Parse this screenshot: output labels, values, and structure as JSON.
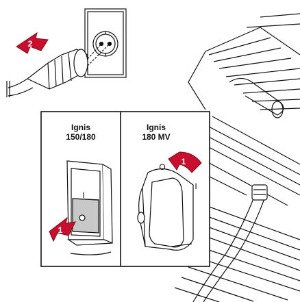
{
  "panels": [
    {
      "model_line1": "Ignis",
      "model_line2": "150/180",
      "step_badge": "1",
      "switch_on_mark": "I"
    },
    {
      "model_line1": "Ignis",
      "model_line2": "180 MV",
      "step_badge": "1",
      "dial_off_mark": "O",
      "dial_on_mark": "I"
    }
  ],
  "plug_step_badge": "2",
  "colors": {
    "badge_red": "#c8102e",
    "switch_grey": "#c8c8c8",
    "line": "#111111",
    "panel_fill": "#ffffff"
  }
}
